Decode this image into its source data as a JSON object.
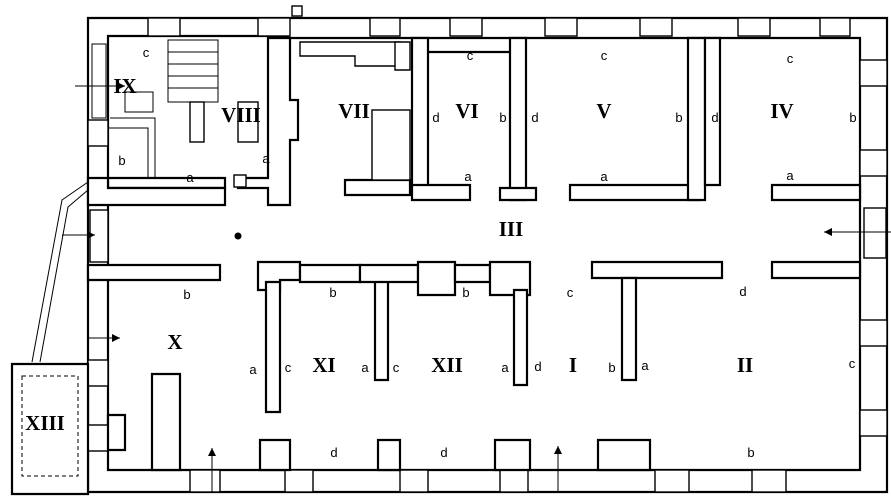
{
  "rooms": {
    "I": "I",
    "II": "II",
    "III": "III",
    "IV": "IV",
    "V": "V",
    "VI": "VI",
    "VII": "VII",
    "VIII": "VIII",
    "IX": "IX",
    "X": "X",
    "XI": "XI",
    "XII": "XII",
    "XIII": "XIII"
  },
  "wall_sides": {
    "a": "a",
    "b": "b",
    "c": "c",
    "d": "d"
  }
}
